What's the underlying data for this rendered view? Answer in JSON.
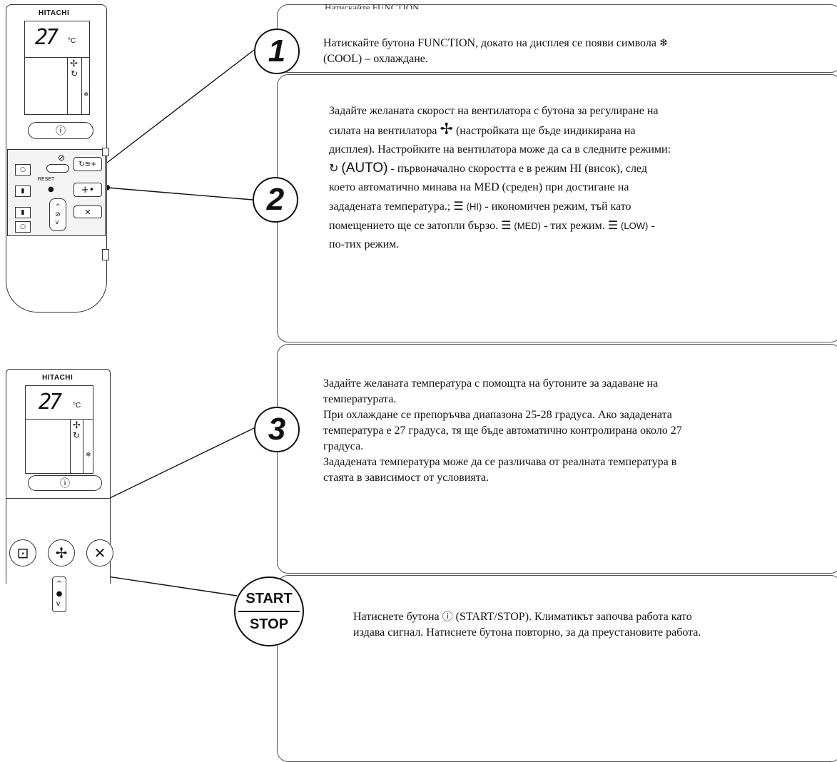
{
  "remote1": {
    "brand": "HITACHI",
    "temp": "27",
    "unit": "°C",
    "power": "ⓘ",
    "reset": "RESET"
  },
  "remote2": {
    "brand": "HITACHI",
    "temp": "27",
    "unit": "°C",
    "power": "ⓘ"
  },
  "steps": {
    "s1": {
      "num": "1",
      "header_cut": "Натискайте FUNCTION...",
      "line1_a": "Натискайте бутона FUNCTION, докато на дисплея се появи символа",
      "line1_b": "(COOL) – охлаждане."
    },
    "s2": {
      "num": "2",
      "p1": "Задайте желаната скорост на вентилатора с бутона за регулиране на",
      "p2_a": "силата на вентилатора",
      "p2_b": "(настройката ще бъде индикирана на",
      "p3": "дисплея). Настройките на вентилатора може да са в следните режими:",
      "auto": "(AUTO)",
      "p4": "- първоначално скоростта е в режим HI (висок), след",
      "p5": "което автоматично минава на MED (среден) при достигане на",
      "p6_a": "зададената температура.;",
      "hi": "(HI)",
      "p6_b": "- икономичен режим, тъй като",
      "p7_a": "помещението ще се затопли бързо.",
      "med": "(MED)",
      "p7_b": "- тих режим.",
      "low": "(LOW)",
      "p7_c": "-",
      "p8": "по-тих режим."
    },
    "s3": {
      "num": "3",
      "l1": "Задайте желаната температура с помощта на бутоните за задаване на",
      "l2": "температурата.",
      "l3": "При охлаждане се препоръчва диапазона 25-28 градуса. Ако зададената",
      "l4": "температура е 27 градуса, тя ще бъде автоматично контролирана около 27",
      "l5": "градуса.",
      "l6": "Зададената температура може да се различава от реалната температура в",
      "l7": "стаята в зависимост от условията."
    },
    "s4": {
      "start": "START",
      "stop": "STOP",
      "l1_a": "Натиснете бутона",
      "l1_b": "(START/STOP). Климатикът започва работа като",
      "l2": "издава сигнал. Натиснете бутона повторно, за да преустановите работа."
    }
  },
  "icons": {
    "snowflake": "❄",
    "fan": "✢",
    "auto": "↻",
    "power": "ⓘ"
  }
}
